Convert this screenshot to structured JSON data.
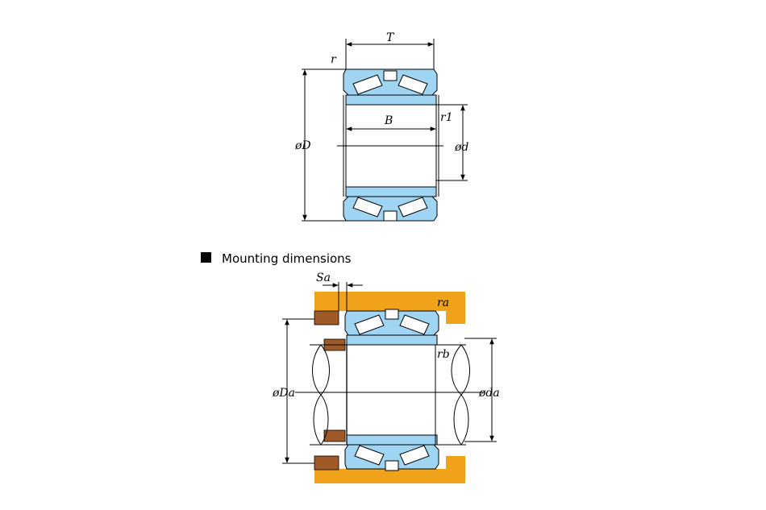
{
  "labels": {
    "T": "T",
    "r": "r",
    "B": "B",
    "r1": "r1",
    "D": "øD",
    "d": "ød",
    "Sa": "Sa",
    "ra": "ra",
    "rb": "rb",
    "Da": "øDa",
    "da": "øda"
  },
  "section_title": "Mounting dimensions",
  "colors": {
    "bearing": "#9fd4f2",
    "housing": "#f0a21a",
    "spacer": "#a05a28"
  }
}
